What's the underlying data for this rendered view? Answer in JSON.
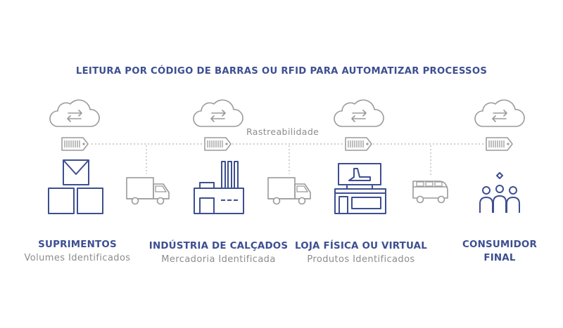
{
  "header": {
    "title": "LEITURA POR CÓDIGO DE BARRAS OU RFID PARA AUTOMATIZAR PROCESSOS"
  },
  "track": {
    "label": "Rastreabilidade"
  },
  "stages": [
    {
      "name": "SUPRIMENTOS",
      "subtitle": "Volumes Identificados"
    },
    {
      "name": "INDÚSTRIA DE CALÇADOS",
      "subtitle": "Mercadoria Identificada"
    },
    {
      "name": "LOJA FÍSICA OU VIRTUAL",
      "subtitle": "Produtos Identificados"
    },
    {
      "name": "CONSUMIDOR",
      "name_line2": "FINAL"
    }
  ],
  "colors": {
    "primary": "#3d4f91",
    "gray": "#9a9a9a",
    "text_gray": "#8c8c8c"
  },
  "icons": [
    "cloud-sync-icon",
    "rfid-tag-icon",
    "boxes-icon",
    "truck-icon",
    "factory-icon",
    "store-icon",
    "van-icon",
    "people-icon"
  ]
}
